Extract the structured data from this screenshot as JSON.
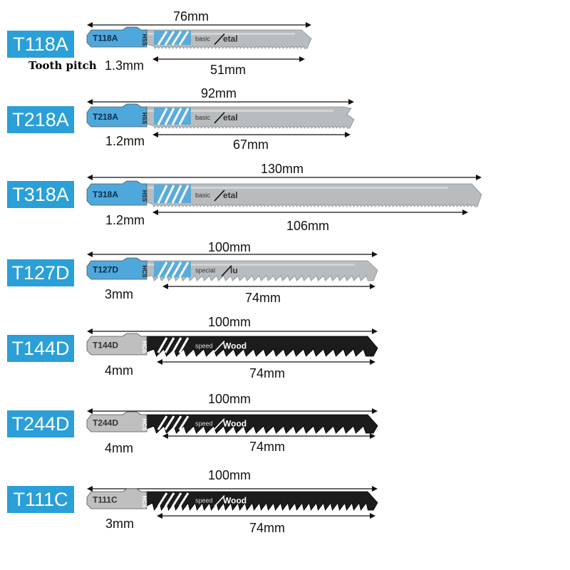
{
  "annotation": "Tooth pitch",
  "colors": {
    "label_bg": "#2a9fd8",
    "label_text": "#ffffff",
    "metal_tang": "#4fa8dc",
    "wood_tang": "#bfbfbf",
    "steel_blade": "#b9bcbf",
    "dark_blade": "#1c1c1c"
  },
  "blades": [
    {
      "code": "T118A",
      "tang_code": "T118A",
      "material": "HSS",
      "brand_pre": "basic",
      "brand_post": "etal",
      "total_length": "76mm",
      "cut_length": "51mm",
      "pitch": "1.3mm",
      "style": "metal"
    },
    {
      "code": "T218A",
      "tang_code": "T218A",
      "material": "HSS",
      "brand_pre": "basic",
      "brand_post": "etal",
      "total_length": "92mm",
      "cut_length": "67mm",
      "pitch": "1.2mm",
      "style": "metal"
    },
    {
      "code": "T318A",
      "tang_code": "T318A",
      "material": "HSS",
      "brand_pre": "basic",
      "brand_post": "etal",
      "total_length": "130mm",
      "cut_length": "106mm",
      "pitch": "1.2mm",
      "style": "metal"
    },
    {
      "code": "T127D",
      "tang_code": "T127D",
      "material": "HCS",
      "brand_pre": "special",
      "brand_post": "lu",
      "total_length": "100mm",
      "cut_length": "74mm",
      "pitch": "3mm",
      "style": "alu"
    },
    {
      "code": "T144D",
      "tang_code": "T144D",
      "material": "HCS",
      "brand_pre": "speed",
      "brand_post": "Wood",
      "total_length": "100mm",
      "cut_length": "74mm",
      "pitch": "4mm",
      "style": "wood"
    },
    {
      "code": "T244D",
      "tang_code": "T244D",
      "material": "HCS",
      "brand_pre": "speed",
      "brand_post": "Wood",
      "total_length": "100mm",
      "cut_length": "74mm",
      "pitch": "4mm",
      "style": "wood"
    },
    {
      "code": "T111C",
      "tang_code": "T111C",
      "material": "HCS",
      "brand_pre": "speed",
      "brand_post": "Wood",
      "total_length": "100mm",
      "cut_length": "74mm",
      "pitch": "3mm",
      "style": "wood"
    }
  ]
}
